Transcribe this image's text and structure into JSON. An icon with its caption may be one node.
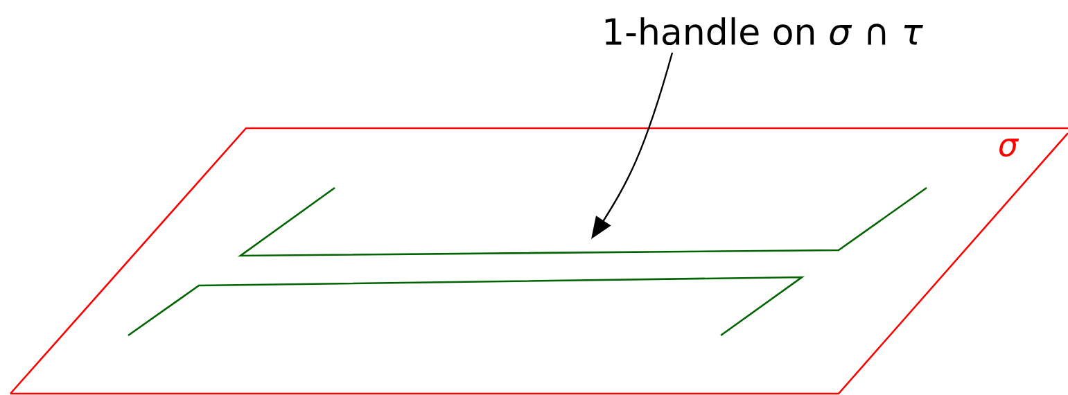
{
  "diagram": {
    "nodes": [
      {
        "text": [
          "1-handle on *σ* ∩ *τ*"
        ]
      },
      {
        "text": [
          "*σ*"
        ]
      },
      {
        "text": [],
        "shape": "picture",
        "in": 1
      }
    ],
    "edges": [
      {
        "from": 0,
        "to": 2,
        "arrow": "to"
      }
    ]
  }
}
